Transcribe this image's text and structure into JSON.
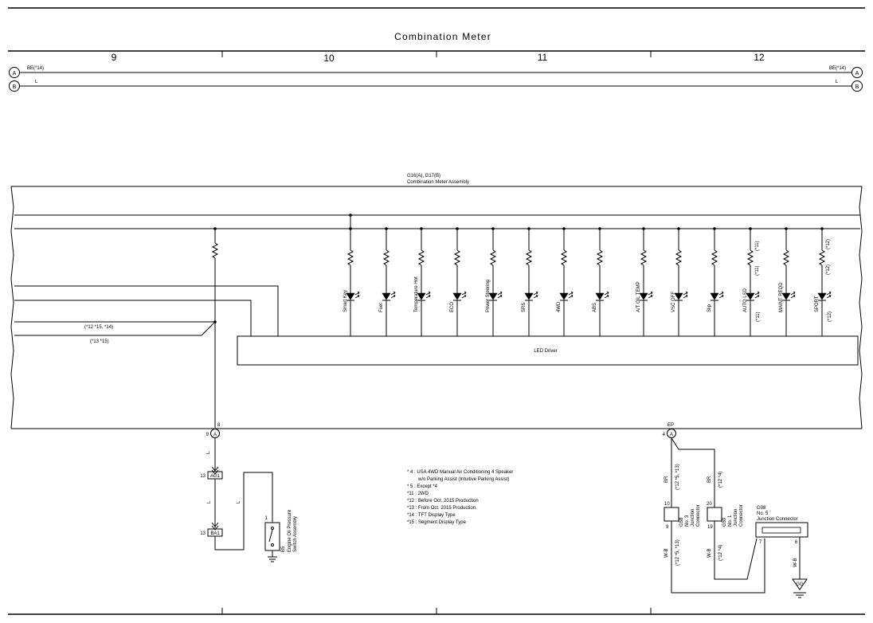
{
  "title": "Combination Meter",
  "columns": [
    "9",
    "10",
    "11",
    "12"
  ],
  "bus": {
    "a_circle": "A",
    "b_circle": "B",
    "a_wire_left": "BE(*14)",
    "a_wire_right": "BE(*14)",
    "b_wire_left": "L",
    "b_wire_right": "L"
  },
  "assembly": {
    "ref": "G16(A), G17(B)",
    "name": "Combination Meter Assembly",
    "driver": "LED Driver"
  },
  "indicators": [
    {
      "label": "Smart Key",
      "note": ""
    },
    {
      "label": "Fuel",
      "note": ""
    },
    {
      "label": "Temperature Hot",
      "note": ""
    },
    {
      "label": "ECO",
      "note": ""
    },
    {
      "label": "Power Steering",
      "note": ""
    },
    {
      "label": "SRS",
      "note": ""
    },
    {
      "label": "4WD",
      "note": ""
    },
    {
      "label": "ABS",
      "note": ""
    },
    {
      "label": "A/T OIL TEMP",
      "note": ""
    },
    {
      "label": "VSC OFF",
      "note": ""
    },
    {
      "label": "Slip",
      "note": ""
    },
    {
      "label": "AUTO LSD",
      "note": "(*11)"
    },
    {
      "label": "MAINT REQD",
      "note": ""
    },
    {
      "label": "SPORT",
      "note": "(*12)"
    }
  ],
  "resistor_notes": {
    "auto_lsd": "(*11)",
    "sport": "(*12)"
  },
  "left_notes": {
    "upper": "(*12 *15, *14)",
    "lower": "(*13 *15)"
  },
  "pins": {
    "left_pin": "9",
    "left_pin_label": "8",
    "left_circle": "A",
    "right_pin": "4",
    "right_pin_label": "EP",
    "right_circle": "A"
  },
  "left_circuit": {
    "wire1": "L",
    "wire2": "L",
    "wire3": "L",
    "conn1_pin": "13",
    "conn1": "AG1",
    "conn2_pin": "13",
    "conn2": "BA1",
    "switch_pin": "1",
    "switch_ref": "B5",
    "switch_name1": "Engine Oil Pressure",
    "switch_name2": "Switch Assembly"
  },
  "footnotes": [
    "* 4 : USA 4WD Manual Air Conditioning 4 Speaker",
    "w/o Parking Assist (Intuitive Parking Assist)",
    "* 5 : Except *4",
    "*11 : 2WD",
    "*12 : Before Oct.  2015 Production",
    "*13 : From Oct.  2015 Production",
    "*14 : TFT Display Type",
    "*15 : Segment Display Type"
  ],
  "right_circuit": {
    "br1": "BR",
    "br1_note": "(*12 *5, *13)",
    "br2": "BR",
    "br2_note": "(*12 *4)",
    "j1_top": "10",
    "j1_bot": "9",
    "j1_ref": "G58",
    "j1_no": "No. 3",
    "j1_name1": "Junction",
    "j1_name2": "Connector",
    "j2_top": "20",
    "j2_bot": "19",
    "j2_ref": "G59",
    "j2_no": "No. 1",
    "j2_name1": "Junction",
    "j2_name2": "Connector",
    "wb1": "W-B",
    "wb1_note": "(*12 *5, *13)",
    "wb2": "W-B",
    "wb2_note": "(*12 *4)",
    "g98_ref": "G98",
    "g98_no": "No. 5",
    "g98_name": "Junction Connector",
    "g98_pin7": "7",
    "g98_pin6": "6",
    "wb3": "W-B",
    "ground": "GG"
  }
}
